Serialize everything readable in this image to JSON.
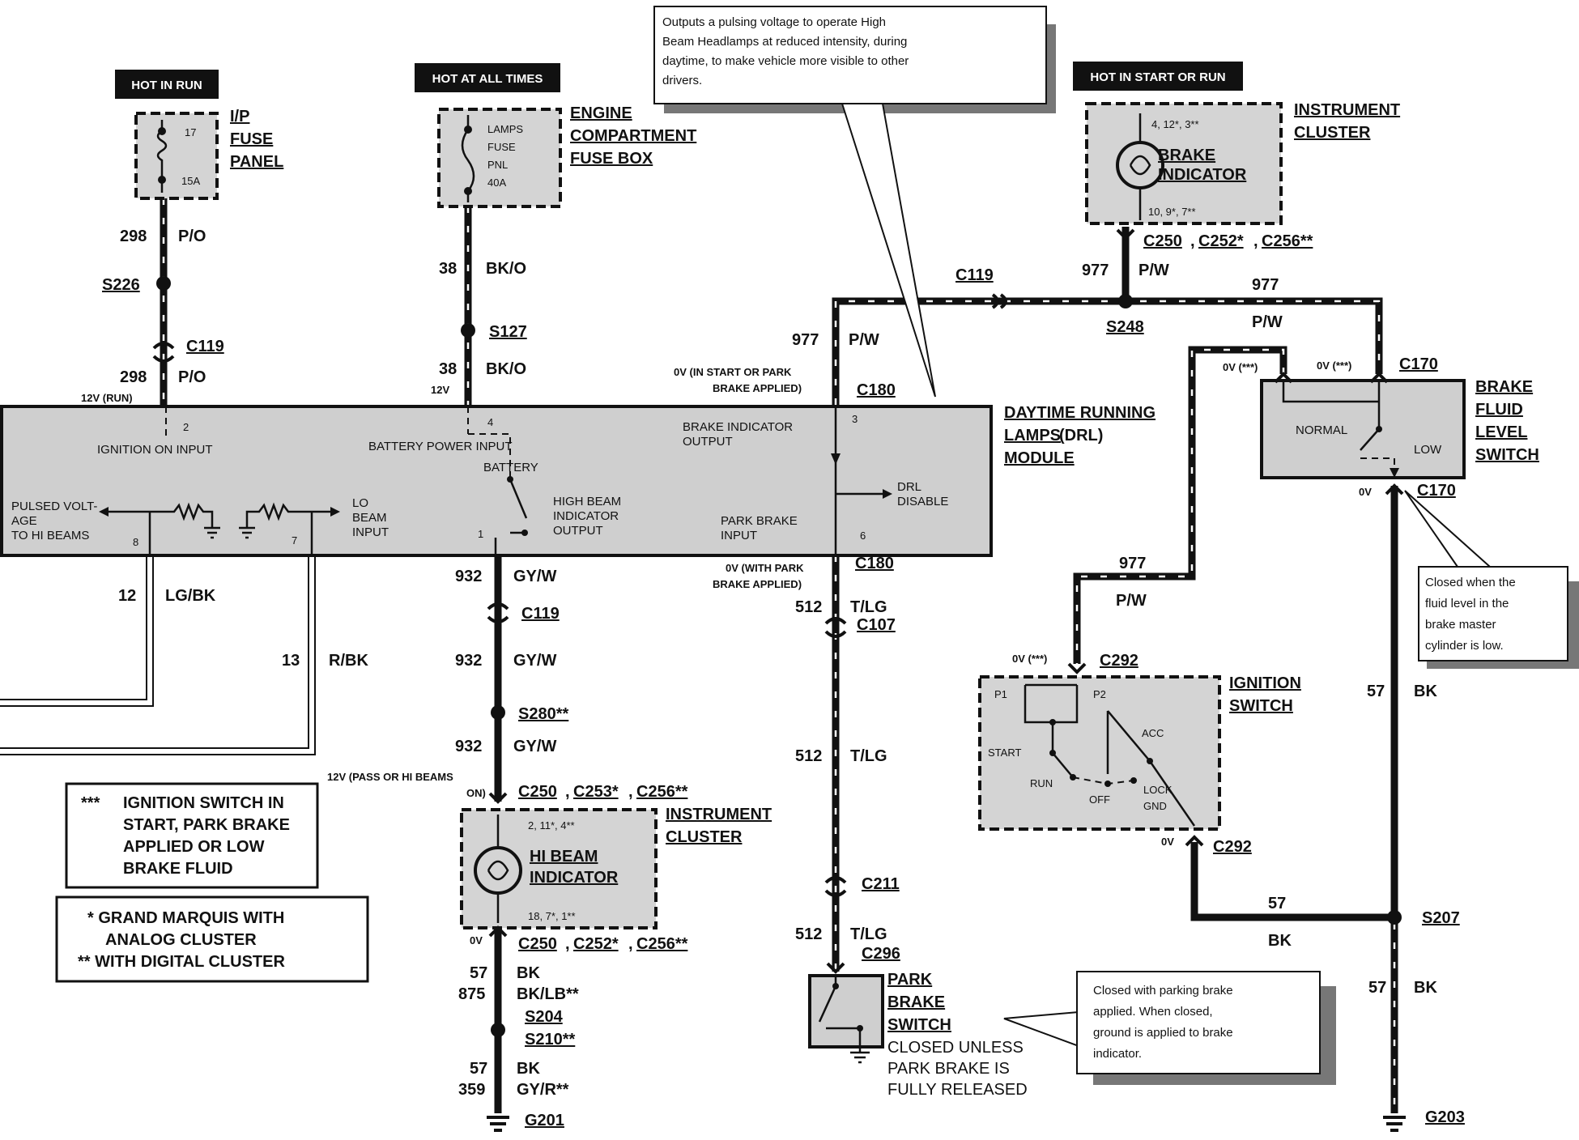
{
  "headers": {
    "hot_in_run": "HOT IN RUN",
    "hot_at_all_times": "HOT AT ALL TIMES",
    "hot_in_start_or_run": "HOT IN START OR RUN"
  },
  "components": {
    "ip_fuse_panel": {
      "l1": "I/P",
      "l2": "FUSE",
      "l3": "PANEL",
      "fuse_num": "17",
      "rating": "15A"
    },
    "engine_fuse_box": {
      "l1": "ENGINE",
      "l2": "COMPARTMENT",
      "l3": "FUSE BOX",
      "f1": "LAMPS",
      "f2": "FUSE",
      "f3": "PNL",
      "f4": "40A"
    },
    "instrument_cluster_top": {
      "l1": "INSTRUMENT",
      "l2": "CLUSTER",
      "ind1": "BRAKE",
      "ind2": "INDICATOR",
      "pins_top": "4, 12*, 3**",
      "pins_bottom": "10, 9*, 7**"
    },
    "drl_module": {
      "l1": "DAYTIME RUNNING",
      "l2": "LAMPS",
      "l2b": "(DRL)",
      "l3": "MODULE",
      "ignition_on_input": "IGNITION ON INPUT",
      "battery_power_input": "BATTERY POWER INPUT",
      "brake_indicator_output_1": "BRAKE INDICATOR",
      "brake_indicator_output_2": "OUTPUT",
      "battery": "BATTERY",
      "high_beam_1": "HIGH BEAM",
      "high_beam_2": "INDICATOR",
      "high_beam_3": "OUTPUT",
      "pulsed_1": "PULSED VOLT-",
      "pulsed_2": "AGE",
      "pulsed_3": "TO HI BEAMS",
      "lo_1": "LO",
      "lo_2": "BEAM",
      "lo_3": "INPUT",
      "park_brake_1": "PARK BRAKE",
      "park_brake_2": "INPUT",
      "drl_disable_1": "DRL",
      "drl_disable_2": "DISABLE",
      "pin2": "2",
      "pin4": "4",
      "pin3": "3",
      "pin8": "8",
      "pin7": "7",
      "pin1": "1",
      "pin6": "6"
    },
    "brake_fluid_switch": {
      "l1": "BRAKE",
      "l2": "FLUID",
      "l3": "LEVEL",
      "l4": "SWITCH",
      "normal": "NORMAL",
      "low": "LOW"
    },
    "ignition_switch": {
      "l1": "IGNITION",
      "l2": "SWITCH",
      "p1": "P1",
      "p2": "P2",
      "start": "START",
      "run": "RUN",
      "off": "OFF",
      "acc": "ACC",
      "lock": "LOCK",
      "gnd": "GND"
    },
    "instrument_cluster_bottom": {
      "l1": "INSTRUMENT",
      "l2": "CLUSTER",
      "ind1": "HI BEAM",
      "ind2": "INDICATOR",
      "pins_top": "2, 11*, 4**",
      "pins_bottom": "18, 7*, 1**"
    },
    "park_brake_switch": {
      "l1": "PARK",
      "l2": "BRAKE",
      "l3": "SWITCH",
      "d1": "CLOSED UNLESS",
      "d2": "PARK BRAKE IS",
      "d3": "FULLY RELEASED"
    }
  },
  "wires": {
    "w298a": {
      "num": "298",
      "color": "P/O"
    },
    "w298b": {
      "num": "298",
      "color": "P/O"
    },
    "w38a": {
      "num": "38",
      "color": "BK/O"
    },
    "w38b": {
      "num": "38",
      "color": "BK/O"
    },
    "w977a": {
      "num": "977",
      "color": "P/W"
    },
    "w977b": {
      "num": "977",
      "color": "P/W"
    },
    "w977c": {
      "num": "977",
      "color": "P/W"
    },
    "w977d": {
      "num": "977",
      "color": "P/W"
    },
    "w12": {
      "num": "12",
      "color": "LG/BK"
    },
    "w13": {
      "num": "13",
      "color": "R/BK"
    },
    "w932a": {
      "num": "932",
      "color": "GY/W"
    },
    "w932b": {
      "num": "932",
      "color": "GY/W"
    },
    "w932c": {
      "num": "932",
      "color": "GY/W"
    },
    "w512a": {
      "num": "512",
      "color": "T/LG"
    },
    "w512b": {
      "num": "512",
      "color": "T/LG"
    },
    "w512c": {
      "num": "512",
      "color": "T/LG"
    },
    "w57a": {
      "num": "57",
      "color": "BK"
    },
    "w875": {
      "num": "875",
      "color": "BK/LB**"
    },
    "w57b": {
      "num": "57",
      "color": "BK"
    },
    "w359": {
      "num": "359",
      "color": "GY/R**"
    },
    "w57c": {
      "num": "57",
      "color": "BK"
    },
    "w57d": {
      "num": "57",
      "color": "BK"
    },
    "w57e": {
      "num": "57",
      "color": "BK"
    }
  },
  "connectors": {
    "s226": "S226",
    "c119a": "C119",
    "s127": "S127",
    "c119b": "C119",
    "s248": "S248",
    "c250a": "C250",
    "c252a": "C252*",
    "c256a": "C256**",
    "c170a": "C170",
    "c170b": "C170",
    "c180a": "C180",
    "c180b": "C180",
    "c119c": "C119",
    "s280": "S280**",
    "c107": "C107",
    "c250b": "C250",
    "c253": "C253*",
    "c256b": "C256**",
    "c250c": "C250",
    "c252b": "C252*",
    "c256c": "C256**",
    "s204": "S204",
    "s210": "S210**",
    "g201": "G201",
    "c211": "C211",
    "c296": "C296",
    "c292a": "C292",
    "c292b": "C292",
    "s207": "S207",
    "g203": "G203"
  },
  "voltages": {
    "v12run": "12V (RUN)",
    "v12": "12V",
    "v0start_1": "0V (IN START OR PARK",
    "v0start_2": "BRAKE APPLIED)",
    "v0park_1": "0V (WITH PARK",
    "v0park_2": "BRAKE APPLIED)",
    "v12pass_1": "12V (PASS OR HI BEAMS",
    "v12pass_2": "ON)",
    "v0a": "0V (***)",
    "v0b": "0V (***)",
    "v0c": "0V (***)",
    "v0d": "0V",
    "v0e": "0V",
    "v0f": "0V"
  },
  "notes": {
    "callout_top": [
      "Outputs a pulsing voltage to operate High",
      "Beam Headlamps at reduced intensity, during",
      "daytime, to make vehicle more visible to other",
      "drivers."
    ],
    "callout_fluid": [
      "Closed when the",
      "fluid level in the",
      "brake      master",
      "cylinder is low."
    ],
    "callout_park": [
      "Closed with parking brake",
      "applied.   When     closed,",
      "ground is applied to brake",
      "indicator."
    ]
  },
  "legend": {
    "triple_mark": "***",
    "triple_lines": [
      "IGNITION SWITCH IN",
      "START, PARK BRAKE",
      "APPLIED OR LOW",
      "BRAKE FLUID"
    ],
    "single_line": "* GRAND MARQUIS WITH",
    "single_line2": "ANALOG CLUSTER",
    "double_line": "** WITH DIGITAL CLUSTER"
  }
}
